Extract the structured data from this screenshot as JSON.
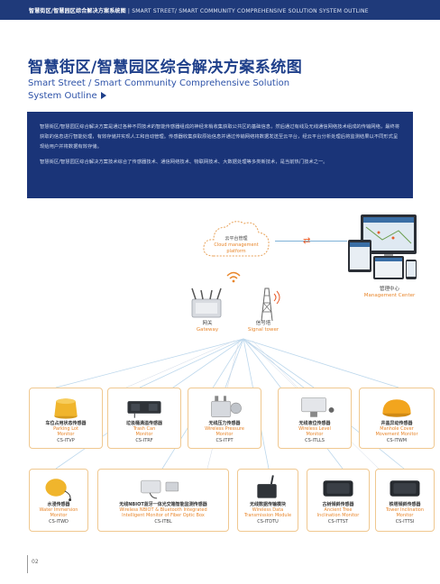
{
  "header": {
    "cn": "智慧街区/智慧园区综合解决方案系统图",
    "en": "SMART STREET/ SMART COMMUNITY COMPREHENSIVE SOLUTION SYSTEM OUTLINE"
  },
  "title": {
    "cn": "智慧街区/智慧园区综合解决方案系统图",
    "en_line1": "Smart Street / Smart Community Comprehensive Solution",
    "en_line2": "System Outline"
  },
  "description": {
    "para1": "智慧街区/智慧园区综合解决方案是通过各种不同技术的智能传感器组成的神经末梢收集获取公共区的基础信息，然后通过有线及无线通信网络技术组成的传输网络，最终将获取的信息进行智能处理，有效存储并实现人工和自动管理。传感器收集获取原始信息并通过传输网络将数据发送至云平台，经云平台分析处理后将监测结果以不同形式呈现给用户并将数据有效存储。",
    "para2": "智慧街区/智慧园区综合解决方案技术综合了传感器技术、通信网络技术、物联网技术、大数据处理等多类新技术，是当前热门技术之一。"
  },
  "cloud": {
    "cn": "云平台管理",
    "en_line1": "Cloud management",
    "en_line2": "platform"
  },
  "management": {
    "cn": "管理中心",
    "en": "Management Center"
  },
  "gateway": {
    "cn": "网关",
    "en": "Gateway"
  },
  "tower": {
    "cn": "信号塔",
    "en": "Signal tower"
  },
  "devices_row1": [
    {
      "cn": "车位占用状态传感器",
      "en1": "Parking Lot",
      "en2": "Monitor",
      "code": "CS-ITVP"
    },
    {
      "cn": "垃圾桶满溢传感器",
      "en1": "Trash Can",
      "en2": "Monitor",
      "code": "CS-ITRF"
    },
    {
      "cn": "无线压力传感器",
      "en1": "Wireless Pressure",
      "en2": "Monitor",
      "code": "CS-ITPT"
    },
    {
      "cn": "无线液位传感器",
      "en1": "Wireless Level",
      "en2": "Monitor",
      "code": "CS-ITLLS"
    },
    {
      "cn": "井盖异动传感器",
      "en1": "Manhole Cover",
      "en2": "Movement Monitor",
      "code": "CS-ITWM"
    }
  ],
  "devices_row2": [
    {
      "cn": "水浸传感器",
      "en1": "Water Immersion",
      "en2": "Monitor",
      "en3": "",
      "code": "CS-ITWD"
    },
    {
      "cn": "无线NBIOT蓝牙一体光交箱智能监测传感器",
      "en1": "Wireless NBIOT & Bluetooth Integrated",
      "en2": "Intelligent Monitor of Fiber Optic Box",
      "en3": "",
      "code": "CS-ITBL"
    },
    {
      "cn": "无线数据传输模块",
      "en1": "Wireless Data",
      "en2": "Transmission Module",
      "en3": "",
      "code": "CS-ITDTU"
    },
    {
      "cn": "古树倾斜传感器",
      "en1": "Ancient Tree",
      "en2": "Inclination Monitor",
      "en3": "",
      "code": "CS-ITTST"
    },
    {
      "cn": "铁塔倾斜传感器",
      "en1": "Tower Inclination",
      "en2": "Monitor",
      "en3": "",
      "code": "CS-ITTSI"
    }
  ],
  "page_number": "02",
  "colors": {
    "navy": "#1a3478",
    "orange": "#e8862b",
    "card_border": "#f0c890"
  }
}
